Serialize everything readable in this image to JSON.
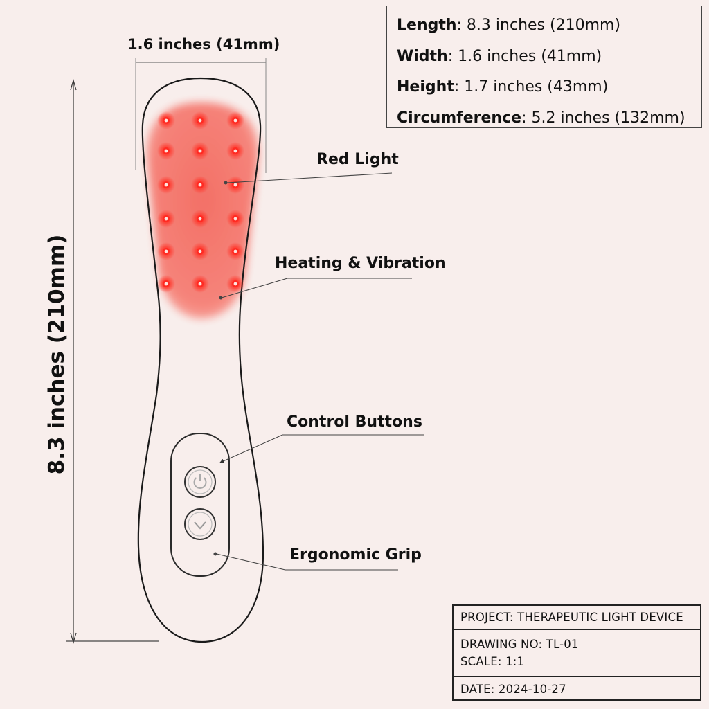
{
  "dimensions": {
    "width_label": "1.6 inches (41mm)",
    "length_label": "8.3 inches (210mm)"
  },
  "specs": [
    {
      "name": "Length",
      "value": ": 8.3 inches (210mm)"
    },
    {
      "name": "Width",
      "value": ": 1.6 inches (41mm)"
    },
    {
      "name": "Height",
      "value": ": 1.7 inches (43mm)"
    },
    {
      "name": "Circumference",
      "value": ": 5.2 inches (132mm)"
    }
  ],
  "callouts": {
    "red_light": "Red Light",
    "heating_vibration": "Heating & Vibration",
    "control_buttons": "Control Buttons",
    "ergonomic_grip": "Ergonomic Grip"
  },
  "title_block": {
    "project": "PROJECT: THERAPEUTIC LIGHT DEVICE",
    "drawing_no": "DRAWING NO: TL-01",
    "scale": "SCALE: 1:1",
    "date": "DATE: 2024-10-27"
  },
  "colors": {
    "background": "#f8eeec",
    "outline": "#1a1a1a",
    "led_glow": "#f26b5e",
    "led_core": "#ff2a2a"
  },
  "icons": [
    "power-icon",
    "chevron-down-icon"
  ]
}
